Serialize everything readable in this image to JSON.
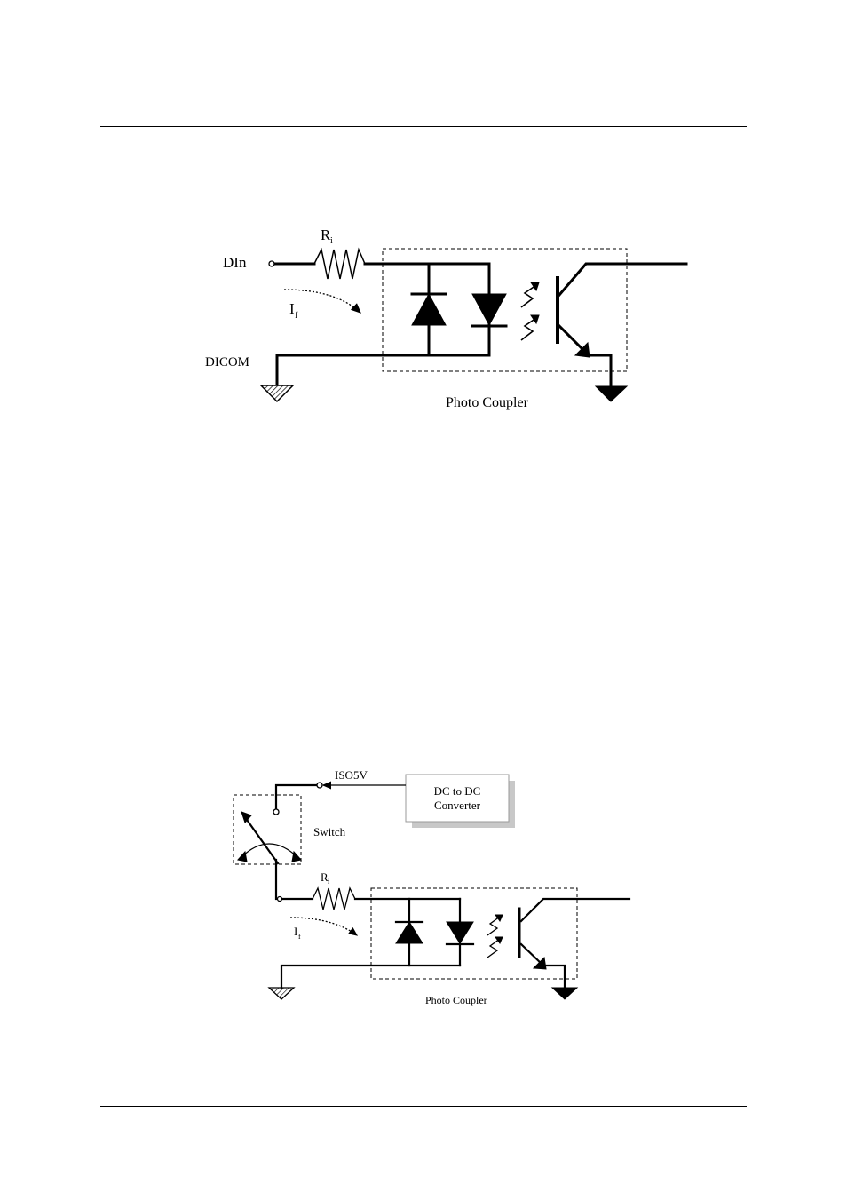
{
  "diagram1": {
    "labels": {
      "din": "DIn",
      "resistor": "R",
      "resistor_sub": "i",
      "current": "I",
      "current_sub": "f",
      "dicom": "DICOM",
      "coupler": "Photo Coupler"
    }
  },
  "diagram2": {
    "labels": {
      "iso5v": "ISO5V",
      "converter_line1": "DC to DC",
      "converter_line2": "Converter",
      "switch": "Switch",
      "resistor": "R",
      "resistor_sub": "i",
      "current": "I",
      "current_sub": "f",
      "coupler": "Photo Coupler"
    }
  }
}
